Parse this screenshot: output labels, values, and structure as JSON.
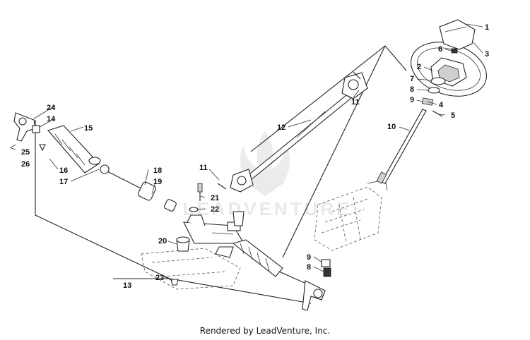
{
  "watermark": {
    "text": "LEADVENTURE"
  },
  "credit": "Rendered by LeadVenture, Inc.",
  "callouts": [
    {
      "n": "1"
    },
    {
      "n": "2"
    },
    {
      "n": "3"
    },
    {
      "n": "4"
    },
    {
      "n": "5"
    },
    {
      "n": "6"
    },
    {
      "n": "7"
    },
    {
      "n": "8"
    },
    {
      "n": "9"
    },
    {
      "n": "10"
    },
    {
      "n": "11"
    },
    {
      "n": "12"
    },
    {
      "n": "11"
    },
    {
      "n": "13"
    },
    {
      "n": "14"
    },
    {
      "n": "15"
    },
    {
      "n": "16"
    },
    {
      "n": "17"
    },
    {
      "n": "18"
    },
    {
      "n": "19"
    },
    {
      "n": "20"
    },
    {
      "n": "21"
    },
    {
      "n": "22"
    },
    {
      "n": "23"
    },
    {
      "n": "24"
    },
    {
      "n": "25"
    },
    {
      "n": "26"
    },
    {
      "n": "9"
    },
    {
      "n": "8"
    }
  ]
}
